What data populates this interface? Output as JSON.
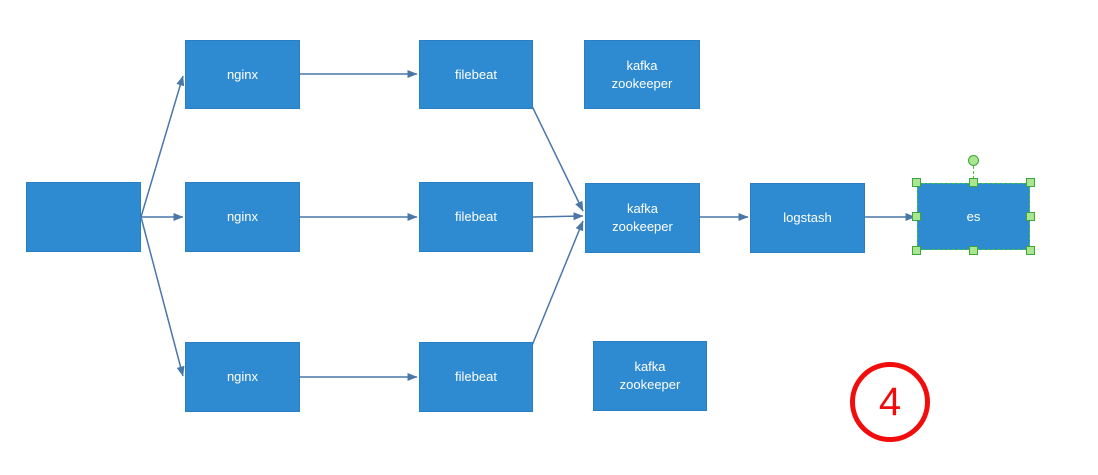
{
  "diagram": {
    "nodes": {
      "source": {
        "label": ""
      },
      "nginx_top": {
        "label": "nginx"
      },
      "nginx_middle": {
        "label": "nginx"
      },
      "nginx_bottom": {
        "label": "nginx"
      },
      "filebeat_top": {
        "label": "filebeat"
      },
      "filebeat_middle": {
        "label": "filebeat"
      },
      "filebeat_bottom": {
        "label": "filebeat"
      },
      "kafka_top": {
        "label": "kafka zookeeper"
      },
      "kafka_middle": {
        "label": "kafka zookeeper"
      },
      "kafka_bottom": {
        "label": "kafka zookeeper"
      },
      "logstash": {
        "label": "logstash"
      },
      "es": {
        "label": "es",
        "selected": true
      }
    },
    "edges": [
      {
        "from": "source",
        "to": "nginx_top"
      },
      {
        "from": "source",
        "to": "nginx_middle"
      },
      {
        "from": "source",
        "to": "nginx_bottom"
      },
      {
        "from": "nginx_top",
        "to": "filebeat_top"
      },
      {
        "from": "nginx_middle",
        "to": "filebeat_middle"
      },
      {
        "from": "nginx_bottom",
        "to": "filebeat_bottom"
      },
      {
        "from": "filebeat_top",
        "to": "kafka_middle"
      },
      {
        "from": "filebeat_middle",
        "to": "kafka_middle"
      },
      {
        "from": "filebeat_bottom",
        "to": "kafka_middle"
      },
      {
        "from": "kafka_middle",
        "to": "logstash"
      },
      {
        "from": "logstash",
        "to": "es"
      }
    ]
  },
  "annotation": {
    "value": "4"
  },
  "colors": {
    "node_fill": "#2f8bd1",
    "node_border": "#2a7fc2",
    "node_text": "#ffffff",
    "connector": "#4a77a8",
    "selection_outline": "#41c541",
    "selection_handle_fill": "#aae590",
    "selection_handle_border": "#3da53d",
    "annotation_red": "#f20d0d"
  }
}
